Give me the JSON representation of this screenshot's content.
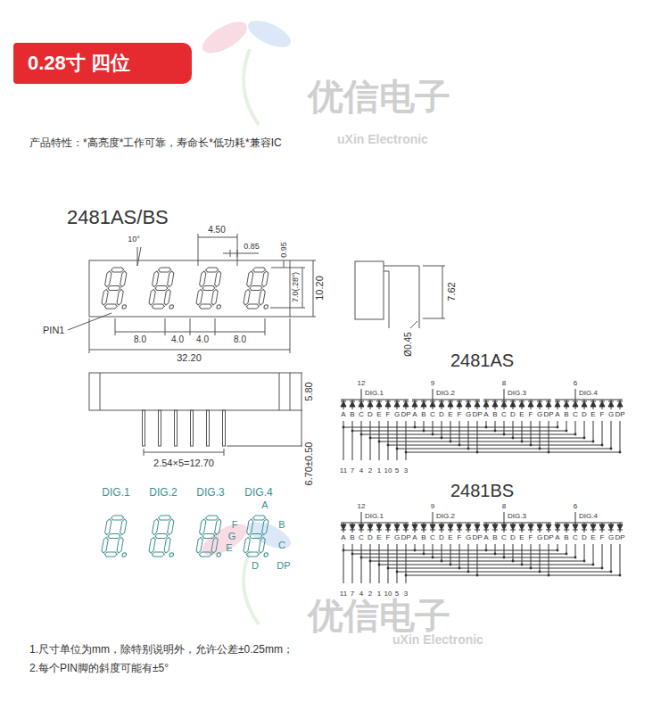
{
  "diagram": {
    "title": "0.28寸 四位",
    "labels": [
      "优信电子",
      "uXin Electronic",
      "产品特性：*高亮度*工作可靠，寿命长*低功耗*兼容IC",
      "2481AS/BS",
      "10°",
      "4.50",
      "0.85",
      "0.95",
      "7.0(.28\")",
      "10.20",
      "PIN1",
      "8.0",
      "4.0",
      "4.0",
      "8.0",
      "32.20",
      "7.62",
      "Ø0.45",
      "2481AS",
      "5.80",
      "2.54×5=12.70",
      "6.70±0.50",
      "DIG.1",
      "DIG.2",
      "DIG.3",
      "DIG.4",
      "A",
      "F",
      "B",
      "G",
      "E",
      "C",
      "D",
      "DP",
      "12",
      "DIG.1",
      "9",
      "DIG.2",
      "8",
      "DIG.3",
      "6",
      "DIG.4",
      "A",
      "B",
      "C",
      "D",
      "E",
      "F",
      "G",
      "DP",
      "A",
      "B",
      "C",
      "D",
      "E",
      "F",
      "G",
      "DP",
      "A",
      "B",
      "C",
      "D",
      "E",
      "F",
      "G",
      "DP",
      "A",
      "B",
      "C",
      "D",
      "E",
      "F",
      "G",
      "DP",
      "11",
      "7",
      "4",
      "2",
      "1",
      "10",
      "5",
      "3",
      "2481BS",
      "12",
      "DIG.1",
      "9",
      "DIG.2",
      "8",
      "DIG.3",
      "6",
      "DIG.4",
      "A",
      "B",
      "C",
      "D",
      "E",
      "F",
      "G",
      "DP",
      "A",
      "B",
      "C",
      "D",
      "E",
      "F",
      "G",
      "DP",
      "A",
      "B",
      "C",
      "D",
      "E",
      "F",
      "G",
      "DP",
      "A",
      "B",
      "C",
      "D",
      "E",
      "F",
      "G",
      "DP",
      "11",
      "7",
      "4",
      "2",
      "1",
      "10",
      "5",
      "3",
      "优信电子",
      "uXin Electronic",
      "1.尺寸单位为mm，除特别说明外，允许公差±0.25mm；",
      "2.每个PIN脚的斜度可能有±5°"
    ]
  }
}
